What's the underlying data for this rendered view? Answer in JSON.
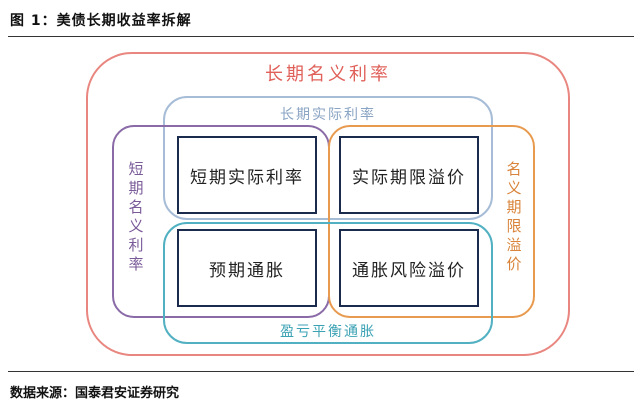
{
  "figure": {
    "title": "图 1：美债长期收益率拆解",
    "source": "数据来源：国泰君安证券研究"
  },
  "diagram": {
    "outer_label": "长期名义利率",
    "long_real_label": "长期实际利率",
    "short_nominal_label": "短期名义利率",
    "term_premium_label": "名义期限溢价",
    "breakeven_label": "盈亏平衡通胀",
    "cells": {
      "short_real": "短期实际利率",
      "real_term_premium": "实际期限溢价",
      "expected_inflation": "预期通胀",
      "inflation_risk_premium": "通胀风险溢价"
    }
  },
  "colors": {
    "outer": "#e8867f",
    "long_real": "#a7bdd7",
    "short_nominal": "#8a6ba7",
    "term_premium": "#e89a4f",
    "breakeven": "#51b0c2",
    "inner_border": "#1b2b4e"
  }
}
